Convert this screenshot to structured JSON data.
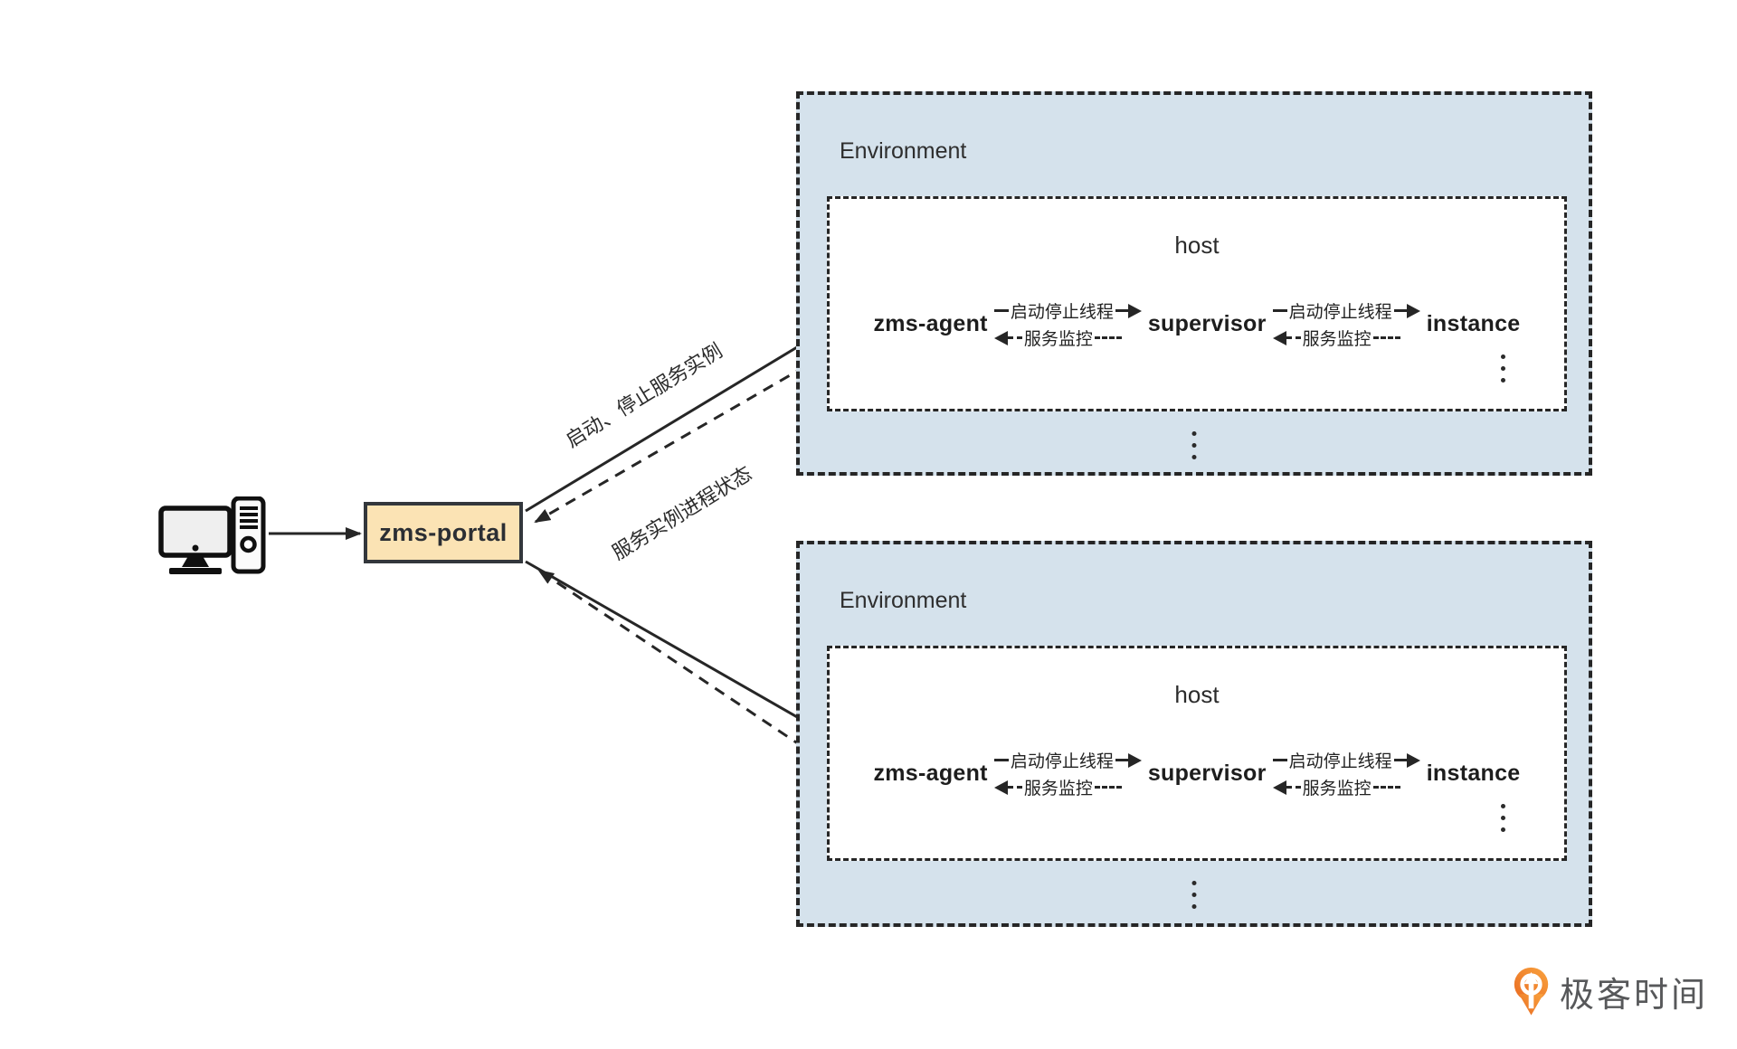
{
  "portal": {
    "label": "zms-portal"
  },
  "portal_env_links": {
    "request_label": "启动、停止服务实例",
    "status_label": "服务实例进程状态"
  },
  "environments": [
    {
      "label": "Environment",
      "host": {
        "label": "host",
        "nodes": {
          "agent": "zms-agent",
          "supervisor": "supervisor",
          "instance": "instance"
        },
        "links": {
          "forward": "启动停止线程",
          "back": "服务监控"
        }
      }
    },
    {
      "label": "Environment",
      "host": {
        "label": "host",
        "nodes": {
          "agent": "zms-agent",
          "supervisor": "supervisor",
          "instance": "instance"
        },
        "links": {
          "forward": "启动停止线程",
          "back": "服务监控"
        }
      }
    }
  ],
  "logo": {
    "text": "极客时间"
  },
  "icons": {
    "client": "desktop-computer-icon",
    "logo": "geektime-pin-icon",
    "more": "vertical-ellipsis-icon"
  },
  "colors": {
    "environment_fill": "#D5E2EC",
    "portal_fill": "#FBE3B4",
    "line": "#262626",
    "logo_orange": "#EE7C2F",
    "logo_text": "#57585A"
  }
}
